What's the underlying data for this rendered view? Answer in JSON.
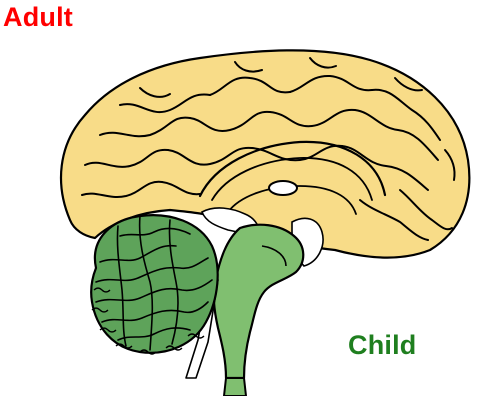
{
  "labels": {
    "adult": "Adult",
    "child": "Child"
  },
  "colors": {
    "adult_label": "#ff0000",
    "child_label": "#1f7f1f",
    "cerebrum_fill": "#f8dc88",
    "brainstem_fill": "#80bf70",
    "cerebellum_fill": "#5ea35a",
    "outline": "#000000"
  },
  "parts": {
    "cerebrum": "cerebrum",
    "cerebellum": "cerebellum",
    "brainstem": "brainstem"
  }
}
